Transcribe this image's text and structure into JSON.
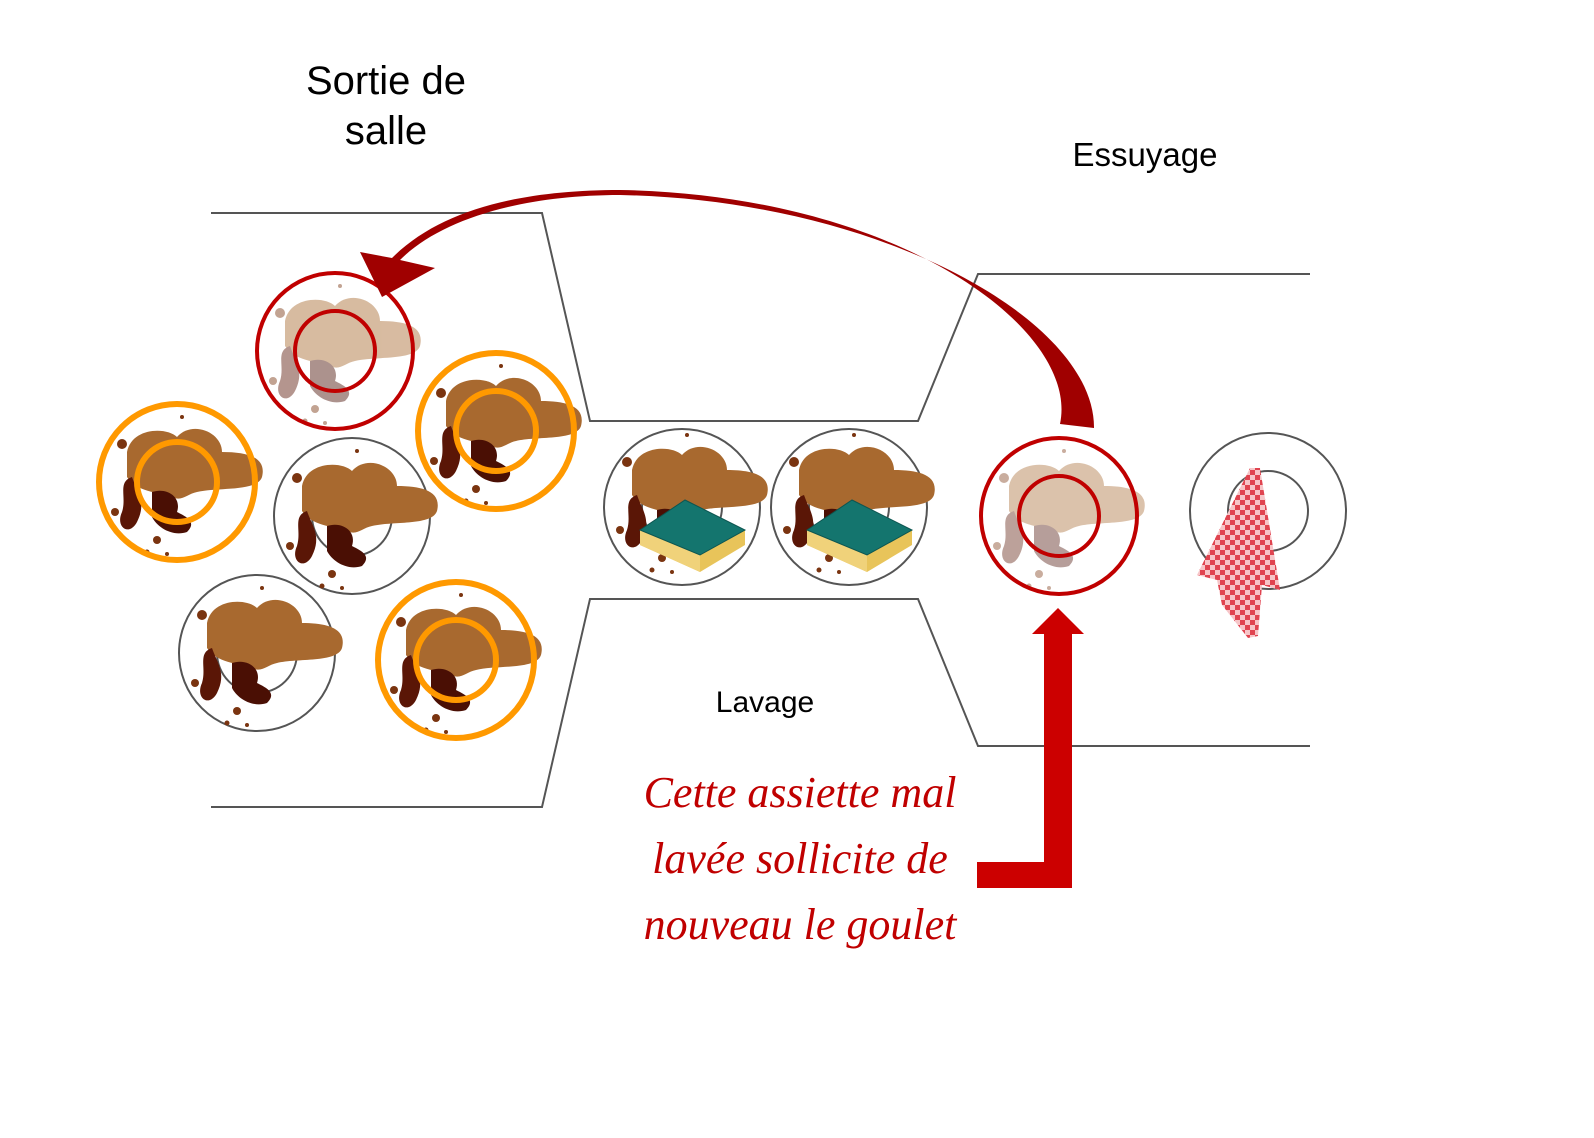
{
  "labels": {
    "sortie": "Sortie de salle",
    "essuyage": "Essuyage",
    "lavage": "Lavage"
  },
  "note": "Cette assiette mal lavée sollicite de nouveau le goulet",
  "colors": {
    "highlight_red": "#c00000",
    "wip_orange": "#ff9900",
    "plate_gray": "#555555",
    "arrow_dark_red": "#a00000"
  }
}
